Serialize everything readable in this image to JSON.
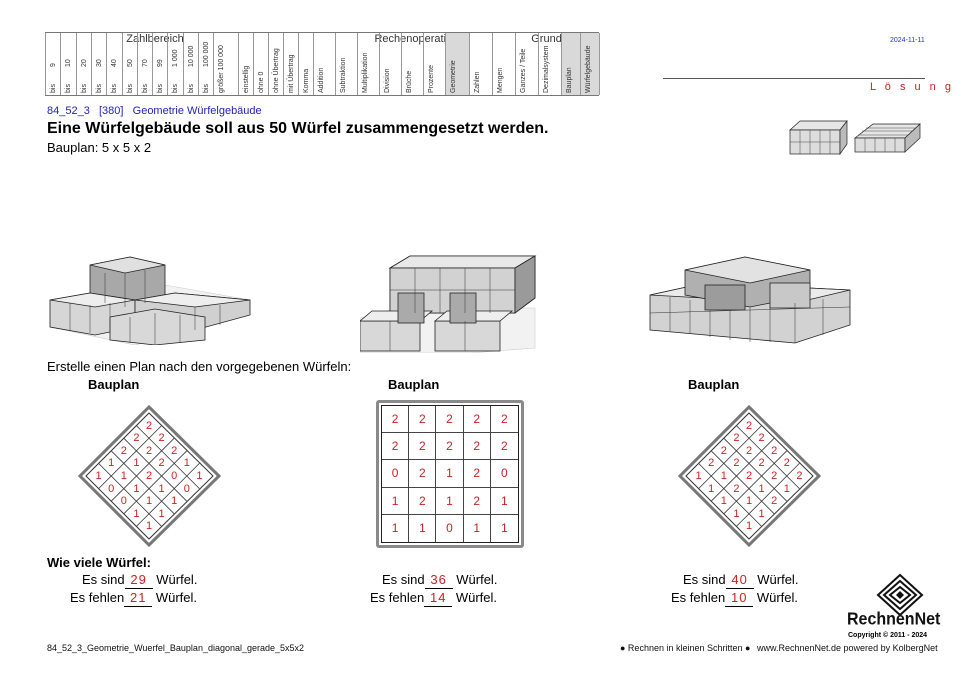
{
  "header": {
    "groups": [
      "Zahlbereich",
      "Rechenoperationen",
      "Grundlagen"
    ],
    "zahlbereich_top": [
      "9",
      "10",
      "20",
      "30",
      "40",
      "50",
      "70",
      "99",
      "1 000",
      "10 000",
      "100 000"
    ],
    "zahlbereich_bottom": [
      "bis",
      "bis",
      "bis",
      "bis",
      "bis",
      "bis",
      "bis",
      "bis",
      "bis",
      "bis",
      "bis"
    ],
    "groesser": "größer 100 000",
    "einstellig": "einstellig",
    "uebertrag": [
      "ohne 0",
      "ohne Übertrag",
      "mit Übertrag",
      "Komma"
    ],
    "rechen": [
      "Addition",
      "Subtraktion",
      "Multiplikation",
      "Division",
      "Brüche",
      "Prozente"
    ],
    "geometrie": "Geometrie",
    "grundlagen": [
      "Zahlen",
      "Mengen",
      "Ganzes / Teile",
      "Dezimalsystem"
    ],
    "extra": [
      "Bauplan",
      "Würfelgebäude"
    ],
    "date": "2024-11-11",
    "loesung": "L ö s u n g"
  },
  "task": {
    "code": "84_52_3",
    "number": "[380]",
    "topic": "Geometrie Würfelgebäude",
    "title": "Eine Würfelgebäude soll aus 50 Würfel zusammengesetzt werden.",
    "bauplan": "Bauplan:  5  x  5  x  2",
    "instruction": "Erstelle einen Plan nach den vorgegebenen Würfeln:",
    "bauplan_label": "Bauplan",
    "question": "Wie viele Würfel:"
  },
  "plans": [
    {
      "rows": [
        [
          "2"
        ],
        [
          "2",
          "2"
        ],
        [
          "2",
          "2",
          "2"
        ],
        [
          "1",
          "1",
          "2",
          "1"
        ],
        [
          "1",
          "1",
          "2",
          "0",
          "1"
        ],
        [
          "0",
          "1",
          "1",
          "0"
        ],
        [
          "0",
          "1",
          "1"
        ],
        [
          "1",
          "1"
        ],
        [
          "1"
        ]
      ]
    },
    {
      "grid": [
        [
          "2",
          "2",
          "2",
          "2",
          "2"
        ],
        [
          "2",
          "2",
          "2",
          "2",
          "2"
        ],
        [
          "0",
          "2",
          "1",
          "2",
          "0"
        ],
        [
          "1",
          "2",
          "1",
          "2",
          "1"
        ],
        [
          "1",
          "1",
          "0",
          "1",
          "1"
        ]
      ]
    },
    {
      "rows": [
        [
          "2"
        ],
        [
          "2",
          "2"
        ],
        [
          "2",
          "2",
          "2"
        ],
        [
          "2",
          "2",
          "2",
          "2"
        ],
        [
          "1",
          "1",
          "2",
          "2",
          "2"
        ],
        [
          "1",
          "2",
          "1",
          "1"
        ],
        [
          "1",
          "1",
          "2"
        ],
        [
          "1",
          "1"
        ],
        [
          "1"
        ]
      ]
    }
  ],
  "answers": [
    {
      "es_sind": "Es sind",
      "sind": "29",
      "wuerfel": "Würfel.",
      "es_fehlen": "Es fehlen",
      "fehlen": "21"
    },
    {
      "es_sind": "Es sind",
      "sind": "36",
      "wuerfel": "Würfel.",
      "es_fehlen": "Es fehlen",
      "fehlen": "14"
    },
    {
      "es_sind": "Es sind",
      "sind": "40",
      "wuerfel": "Würfel.",
      "es_fehlen": "Es fehlen",
      "fehlen": "10"
    }
  ],
  "footer": {
    "filename": "84_52_3_Geometrie_Wuerfel_Bauplan_diagonal_gerade_5x5x2",
    "slogan": "● Rechnen in kleinen Schritten ●",
    "site": "www.RechnenNet.de powered by KolbergNet",
    "brand": "RechnenNet",
    "copyright": "Copyright © 2011 - 2024"
  },
  "colors": {
    "answer": "#cc2222",
    "link": "#2222bb",
    "shade": "#d9d9d9"
  }
}
